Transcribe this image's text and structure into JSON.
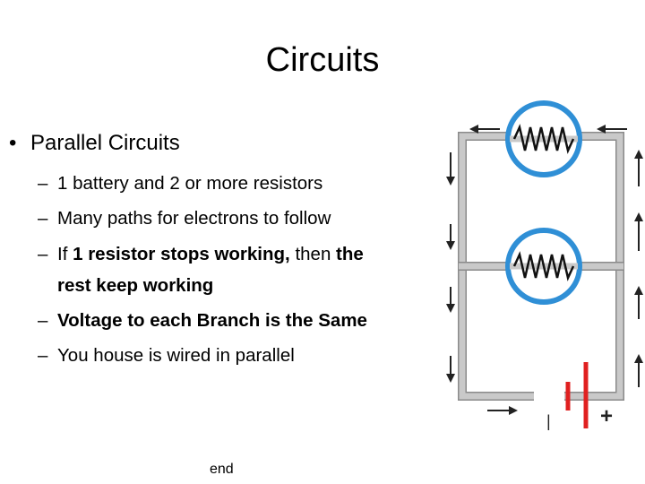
{
  "slide": {
    "title": "Circuits",
    "bullet": {
      "marker": "•",
      "text": "Parallel Circuits"
    },
    "sub_marker": "–",
    "sub_items": [
      {
        "text": "1 battery and 2 or more resistors"
      },
      {
        "text": "Many paths for electrons to follow"
      },
      {
        "prefix": "If ",
        "bold1": "1 resistor stops working,",
        "middle": " then ",
        "bold2": "the",
        "continuation": "rest keep working"
      },
      {
        "text": "Voltage to each Branch is the Same"
      },
      {
        "text": "You house is wired in parallel"
      }
    ],
    "footer": "end"
  },
  "diagram": {
    "battery_neg": "|",
    "battery_pos": "+",
    "colors": {
      "wire": "#c9c9c9",
      "wire_edge": "#8a8a8a",
      "ring": "#2f8fd6",
      "resistor": "#111111",
      "battery": "#e02020",
      "arrow": "#222222"
    }
  }
}
